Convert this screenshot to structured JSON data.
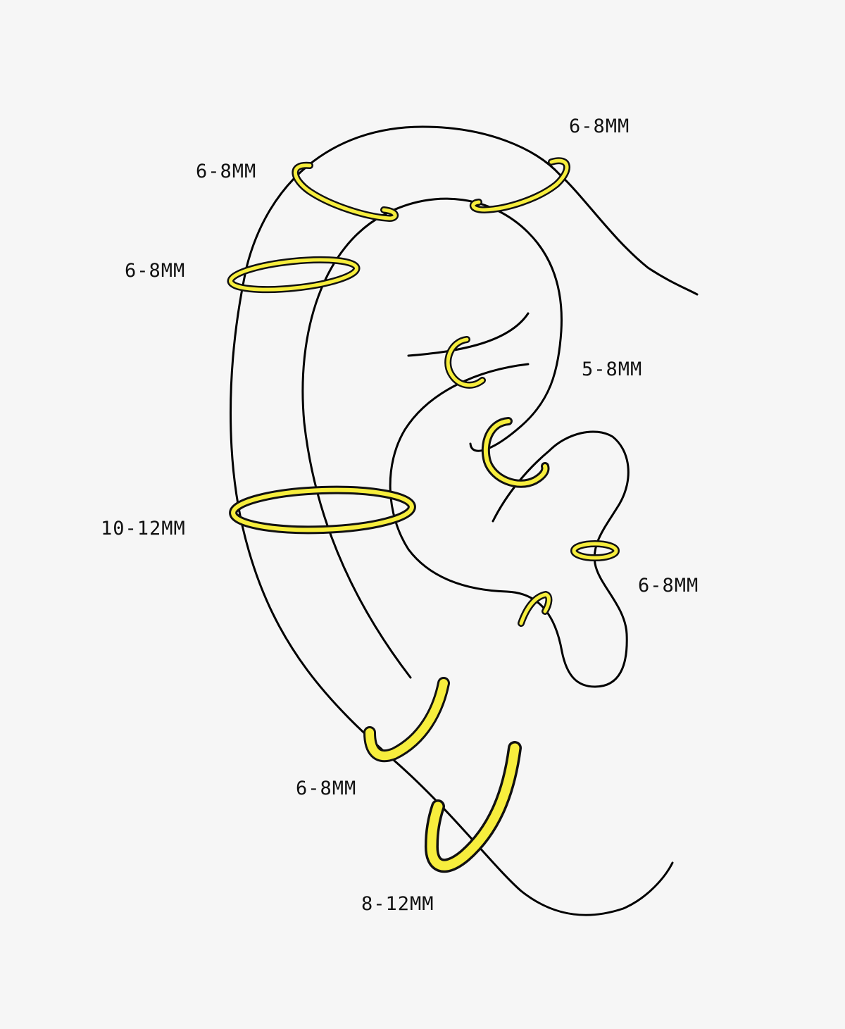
{
  "colors": {
    "background": "#f6f6f6",
    "outline": "#111111",
    "ring": "#f7ee3d"
  },
  "labels": {
    "helix_upper_left": "6-8MM",
    "helix_upper_right": "6-8MM",
    "helix_mid": "6-8MM",
    "rook_daith": "5-8MM",
    "conch": "10-12MM",
    "tragus": "6-8MM",
    "lobe_upper": "6-8MM",
    "lobe_lower": "8-12MM"
  }
}
